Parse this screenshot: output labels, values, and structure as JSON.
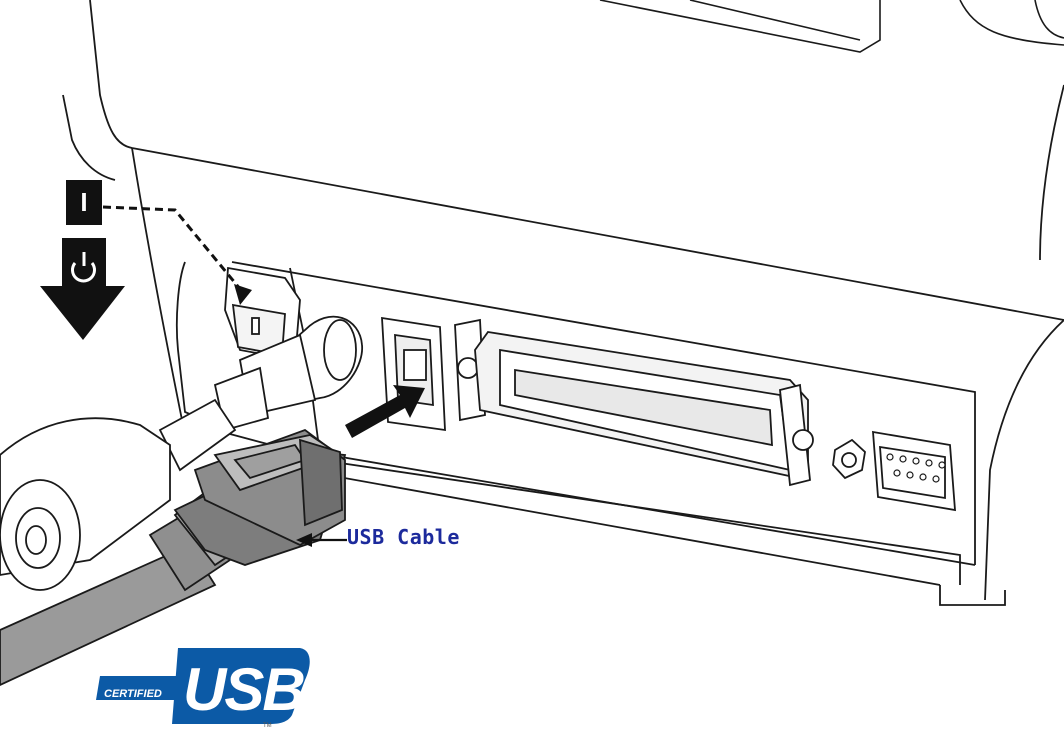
{
  "labels": {
    "cable": "USB Cable",
    "power_on_symbol": "I"
  },
  "logo": {
    "prefix": "CERTIFIED",
    "word": "USB",
    "trademark": "TM",
    "color": "#0c5aa6"
  },
  "icons": {
    "power_on": "power-on-icon",
    "power_standby": "power-standby-icon",
    "down_arrow": "down-arrow-icon",
    "insert_arrow": "insert-arrow-icon"
  },
  "colors": {
    "outline": "#1a1a1a",
    "cable": "#9a9a9a",
    "connector": "#7d7d7d",
    "label_text": "#1c2a9c"
  }
}
